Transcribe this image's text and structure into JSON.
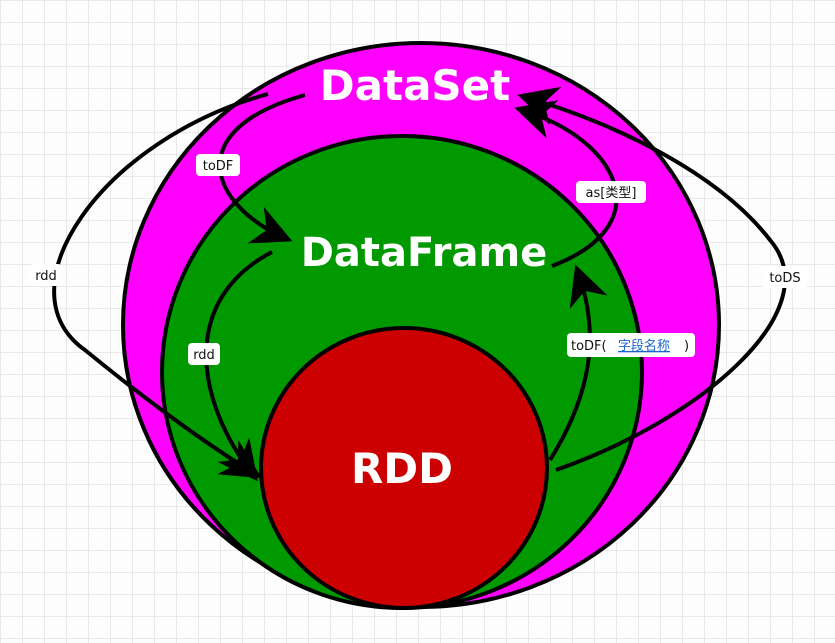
{
  "nodes": {
    "dataset": {
      "label": "DataSet",
      "color": "#ff00ff"
    },
    "dataframe": {
      "label": "DataFrame",
      "color": "#009900"
    },
    "rdd": {
      "label": "RDD",
      "color": "#cc0000"
    }
  },
  "edges": {
    "dataset_to_rdd": {
      "label": "rdd"
    },
    "dataset_to_dataframe": {
      "label": "toDF"
    },
    "dataframe_to_dataset": {
      "label": "as[类型]"
    },
    "rdd_to_dataset": {
      "label": "toDS"
    },
    "dataframe_to_rdd": {
      "label": "rdd"
    },
    "rdd_to_dataframe": {
      "prefix": "toDF(",
      "link": "字段名称",
      "suffix": ")"
    }
  },
  "colors": {
    "outline": "#000000",
    "text": "#ffffff",
    "label_bg": "#ffffff",
    "link": "#1a66cc"
  }
}
